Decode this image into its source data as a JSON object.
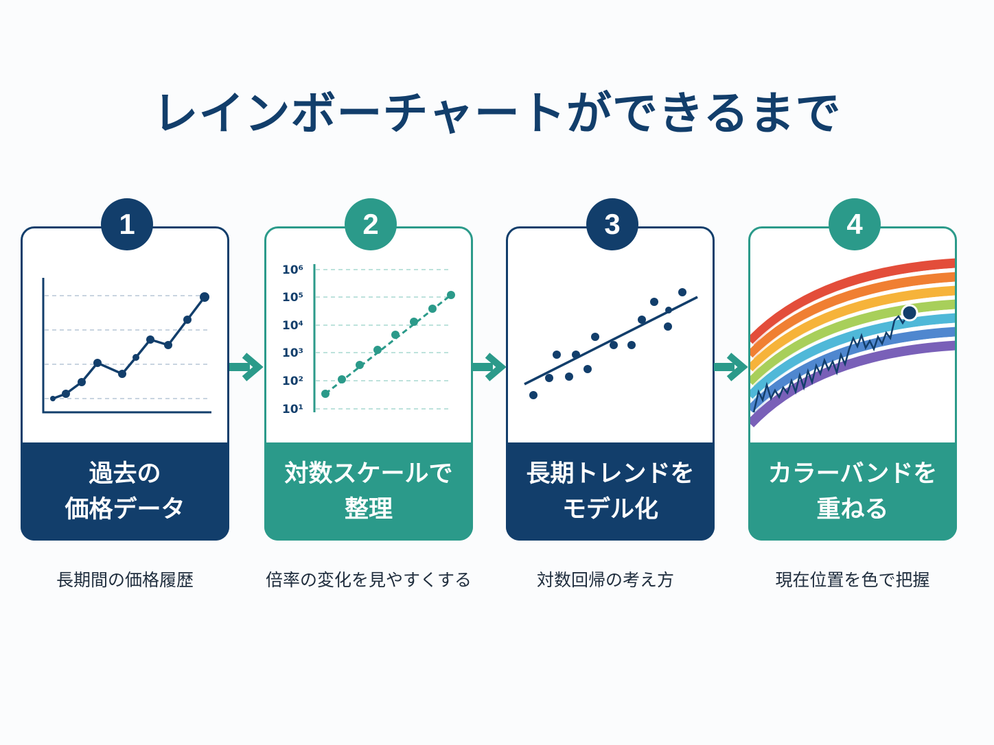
{
  "title": "レインボーチャートができるまで",
  "colors": {
    "navy": "#123e6b",
    "teal": "#2b9a8a"
  },
  "steps": [
    {
      "number": "1",
      "label_line1": "過去の",
      "label_line2": "価格データ",
      "caption": "長期間の価格履歴",
      "color": "navy"
    },
    {
      "number": "2",
      "label_line1": "対数スケールで",
      "label_line2": "整理",
      "caption": "倍率の変化を見やすくする",
      "color": "teal"
    },
    {
      "number": "3",
      "label_line1": "長期トレンドを",
      "label_line2": "モデル化",
      "caption": "対数回帰の考え方",
      "color": "navy"
    },
    {
      "number": "4",
      "label_line1": "カラーバンドを",
      "label_line2": "重ねる",
      "caption": "現在位置を色で把握",
      "color": "teal"
    }
  ],
  "log_axis_labels": [
    "10⁶",
    "10⁵",
    "10⁴",
    "10³",
    "10²",
    "10¹"
  ],
  "rainbow_band_colors": [
    "#e34d3a",
    "#f07f32",
    "#f6b33a",
    "#a8cf5a",
    "#4fb8d8",
    "#4f87cf",
    "#7960b8"
  ]
}
